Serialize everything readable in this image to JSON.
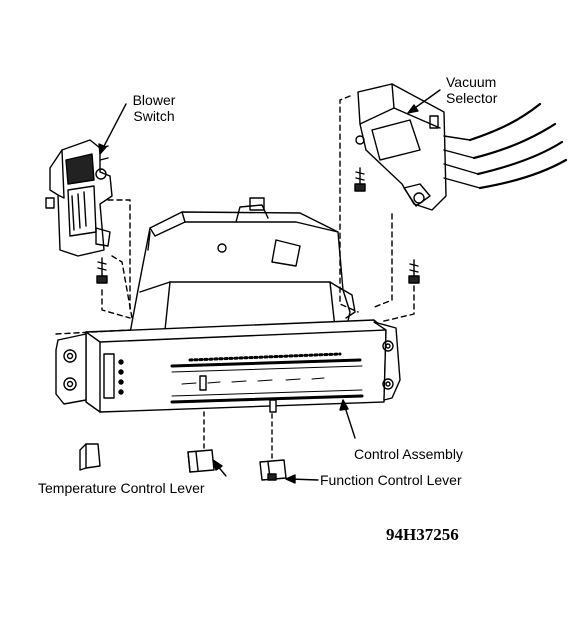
{
  "callouts": {
    "blower_switch": [
      "Blower",
      "Switch"
    ],
    "vacuum_selector": [
      "Vacuum",
      "Selector"
    ],
    "control_assembly": "Control Assembly",
    "temperature_lever": "Temperature Control Lever",
    "function_lever": "Function Control Lever"
  },
  "figure_id": "94H37256",
  "colors": {
    "ink": "#000000",
    "paper": "#ffffff",
    "shade": "#d8d8d8"
  }
}
